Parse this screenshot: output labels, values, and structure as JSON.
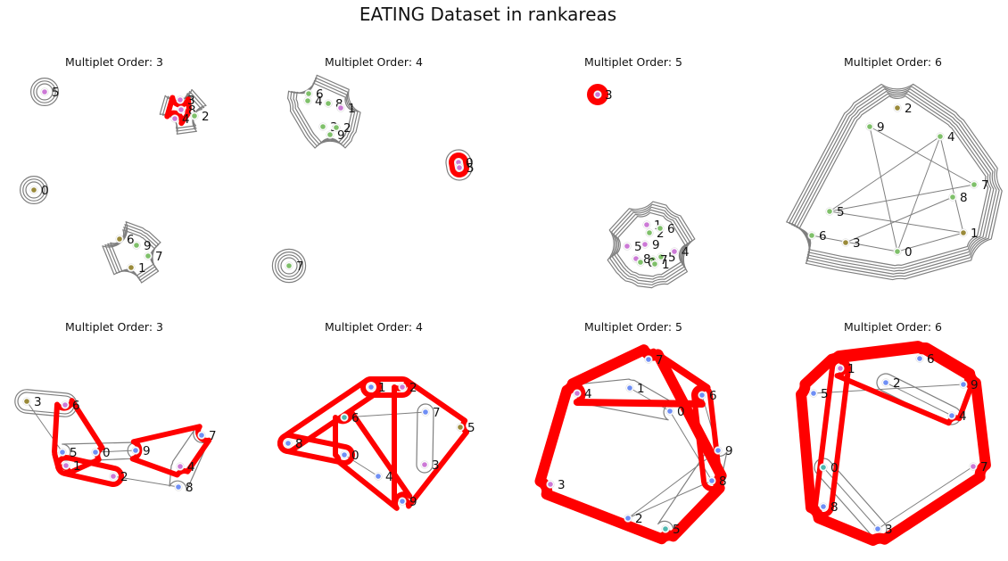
{
  "title": "EATING  Dataset in rankareas",
  "colors": {
    "highlight": "#ff0000",
    "edge": "#7f7f7f",
    "node_pink": "#cc79d6",
    "node_green": "#7fc06a",
    "node_olive": "#9a8a3a",
    "node_blue": "#6f8ff5",
    "node_teal": "#4fb8b0"
  },
  "panels": [
    {
      "title": "Multiplet Order: 3",
      "nodes": [
        {
          "label": "5",
          "color": "pink"
        },
        {
          "label": "3",
          "color": "pink"
        },
        {
          "label": "8",
          "color": "pink"
        },
        {
          "label": "4",
          "color": "pink"
        },
        {
          "label": "2",
          "color": "green"
        },
        {
          "label": "0",
          "color": "olive"
        },
        {
          "label": "6",
          "color": "olive"
        },
        {
          "label": "9",
          "color": "green"
        },
        {
          "label": "7",
          "color": "green"
        },
        {
          "label": "1",
          "color": "olive"
        }
      ]
    },
    {
      "title": "Multiplet Order: 4",
      "nodes": [
        {
          "label": "6",
          "color": "green"
        },
        {
          "label": "4",
          "color": "green"
        },
        {
          "label": "8",
          "color": "green"
        },
        {
          "label": "1",
          "color": "pink"
        },
        {
          "label": "3",
          "color": "green"
        },
        {
          "label": "2",
          "color": "green"
        },
        {
          "label": "9",
          "color": "green"
        },
        {
          "label": "0",
          "color": "pink"
        },
        {
          "label": "5",
          "color": "pink"
        },
        {
          "label": "7",
          "color": "green"
        }
      ]
    },
    {
      "title": "Multiplet Order: 5",
      "nodes": [
        {
          "label": "3",
          "color": "pink"
        },
        {
          "label": "1",
          "color": "pink"
        },
        {
          "label": "5",
          "color": "pink"
        },
        {
          "label": "9",
          "color": "pink"
        },
        {
          "label": "2",
          "color": "green"
        },
        {
          "label": "6",
          "color": "green"
        },
        {
          "label": "8",
          "color": "pink"
        },
        {
          "label": "5",
          "color": "green"
        },
        {
          "label": "7",
          "color": "green"
        },
        {
          "label": "4",
          "color": "pink"
        },
        {
          "label": "0",
          "color": "green"
        },
        {
          "label": "1",
          "color": "green"
        }
      ]
    },
    {
      "title": "Multiplet Order: 6",
      "nodes": [
        {
          "label": "2",
          "color": "olive"
        },
        {
          "label": "9",
          "color": "green"
        },
        {
          "label": "4",
          "color": "green"
        },
        {
          "label": "7",
          "color": "green"
        },
        {
          "label": "8",
          "color": "green"
        },
        {
          "label": "5",
          "color": "green"
        },
        {
          "label": "1",
          "color": "olive"
        },
        {
          "label": "6",
          "color": "green"
        },
        {
          "label": "3",
          "color": "olive"
        },
        {
          "label": "0",
          "color": "green"
        }
      ]
    },
    {
      "title": "Multiplet Order: 3",
      "nodes": [
        {
          "label": "3",
          "color": "olive"
        },
        {
          "label": "6",
          "color": "pink"
        },
        {
          "label": "5",
          "color": "blue"
        },
        {
          "label": "0",
          "color": "blue"
        },
        {
          "label": "9",
          "color": "blue"
        },
        {
          "label": "1",
          "color": "pink"
        },
        {
          "label": "2",
          "color": "pink"
        },
        {
          "label": "7",
          "color": "blue"
        },
        {
          "label": "4",
          "color": "pink"
        },
        {
          "label": "8",
          "color": "blue"
        }
      ]
    },
    {
      "title": "Multiplet Order: 4",
      "nodes": [
        {
          "label": "1",
          "color": "blue"
        },
        {
          "label": "2",
          "color": "pink"
        },
        {
          "label": "6",
          "color": "teal"
        },
        {
          "label": "7",
          "color": "blue"
        },
        {
          "label": "5",
          "color": "olive"
        },
        {
          "label": "8",
          "color": "blue"
        },
        {
          "label": "0",
          "color": "blue"
        },
        {
          "label": "3",
          "color": "pink"
        },
        {
          "label": "4",
          "color": "blue"
        },
        {
          "label": "9",
          "color": "blue"
        }
      ]
    },
    {
      "title": "Multiplet Order: 5",
      "nodes": [
        {
          "label": "7",
          "color": "blue"
        },
        {
          "label": "4",
          "color": "pink"
        },
        {
          "label": "1",
          "color": "blue"
        },
        {
          "label": "6",
          "color": "blue"
        },
        {
          "label": "0",
          "color": "blue"
        },
        {
          "label": "9",
          "color": "blue"
        },
        {
          "label": "8",
          "color": "blue"
        },
        {
          "label": "3",
          "color": "pink"
        },
        {
          "label": "2",
          "color": "blue"
        },
        {
          "label": "5",
          "color": "teal"
        }
      ]
    },
    {
      "title": "Multiplet Order: 6",
      "nodes": [
        {
          "label": "1",
          "color": "pink"
        },
        {
          "label": "6",
          "color": "blue"
        },
        {
          "label": "2",
          "color": "blue"
        },
        {
          "label": "9",
          "color": "blue"
        },
        {
          "label": "5",
          "color": "blue"
        },
        {
          "label": "4",
          "color": "blue"
        },
        {
          "label": "0",
          "color": "teal"
        },
        {
          "label": "7",
          "color": "pink"
        },
        {
          "label": "8",
          "color": "blue"
        },
        {
          "label": "3",
          "color": "blue"
        }
      ]
    }
  ]
}
